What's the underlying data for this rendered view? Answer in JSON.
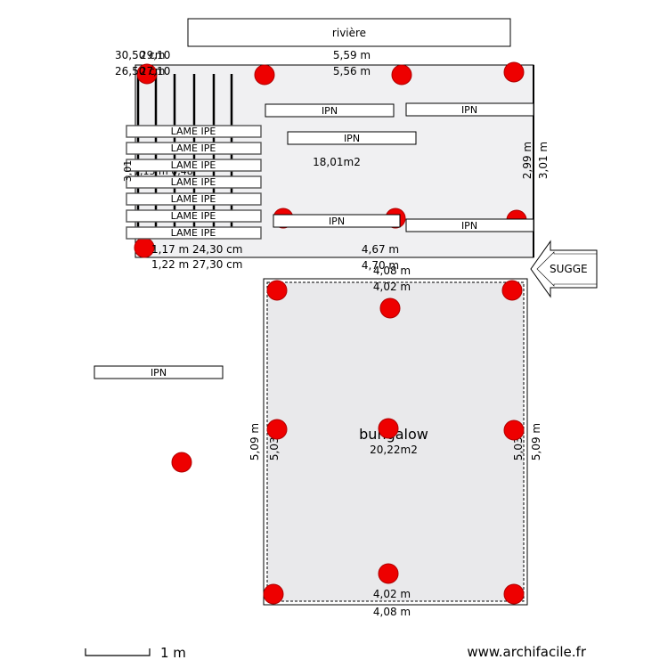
{
  "top_room": {
    "area": "18,01m2",
    "dims": {
      "top_outer": "5,59 m",
      "top_inner": "5,56 m",
      "bottom_inner": "4,67 m",
      "bottom_outer": "4,70 m",
      "right_inner": "2,99 m",
      "right_outer": "3,01 m",
      "left_partial": "3,01"
    }
  },
  "bungalow": {
    "name": "bungalow",
    "area": "20,22m2",
    "dims": {
      "top_outer": "4,08 m",
      "top_inner": "4,02 m",
      "bottom_inner": "4,02 m",
      "bottom_outer": "4,08 m",
      "left_outer": "5,09 m",
      "left_inner": "5,03 m",
      "right_inner": "5,03 m",
      "right_outer": "5,09 m"
    }
  },
  "riviere_label": "rivière",
  "beam_label": "IPN",
  "lame_label": "LAME IPE",
  "overlap_labels": {
    "a1": "30,50 cm",
    "a2": "29,10",
    "a3": "26,50 cm",
    "a4": "27,10",
    "b1": "1,17 m",
    "b2": "24,30 cm",
    "b3": "1,22 m",
    "b4": "27,30 cm",
    "obscured": "1,15 m 0,48"
  },
  "suggest_label": "SUGGE",
  "scale_label": "1 m",
  "watermark": "www.archifacile.fr"
}
